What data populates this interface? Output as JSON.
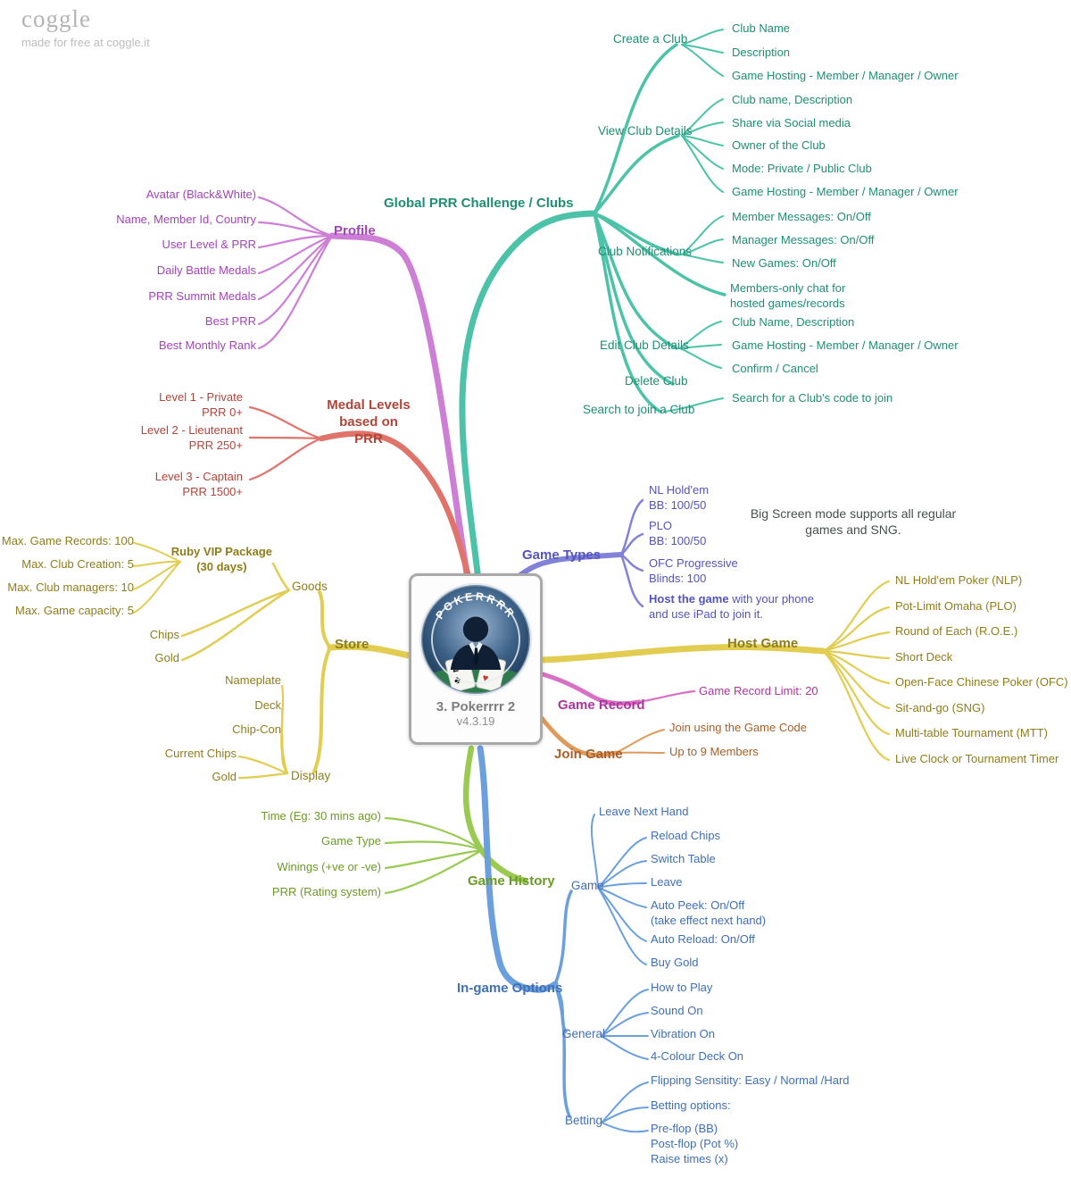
{
  "logo": {
    "name": "coggle",
    "tagline": "made for free at coggle.it"
  },
  "center": {
    "title": "3. Pokerrrr 2",
    "version": "v4.3.19",
    "icon_text": "POKERRRR",
    "card_left": "2",
    "card_left_suit": "♣",
    "card_right": "7",
    "card_right_suit": "♥"
  },
  "colors": {
    "clubs": "#4cc3a8",
    "profile": "#cd7fd6",
    "medals": "#e0736a",
    "store": "#e2cd52",
    "game_types": "#8282d9",
    "host_game": "#e2cd52",
    "game_record": "#d870c6",
    "join_game": "#e09a5c",
    "game_history": "#9aca52",
    "ingame": "#6b9fdd"
  },
  "clubs": {
    "label": "Global PRR Challenge / Clubs",
    "create": {
      "label": "Create a Club",
      "items": [
        "Club Name",
        "Description",
        "Game Hosting - Member / Manager / Owner"
      ]
    },
    "view": {
      "label": "View Club Details",
      "items": [
        "Club name, Description",
        "Share via Social media",
        "Owner of the Club",
        "Mode: Private / Public Club",
        "Game Hosting - Member / Manager / Owner"
      ]
    },
    "notifications": {
      "label": "Club Notifications",
      "items": [
        "Member Messages: On/Off",
        "Manager Messages: On/Off",
        "New Games: On/Off"
      ]
    },
    "members_chat": "Members-only chat for\nhosted games/records",
    "edit": {
      "label": "Edit Club Details",
      "items": [
        "Club Name, Description",
        "Game Hosting - Member / Manager / Owner",
        "Confirm / Cancel"
      ]
    },
    "delete": {
      "label": "Delete Club"
    },
    "search": {
      "label": "Search to join a Club",
      "items": [
        "Search for a Club's code to join"
      ]
    }
  },
  "profile": {
    "label": "Profile",
    "items": [
      "Avatar (Black&White)",
      "Name, Member Id, Country",
      "User Level & PRR",
      "Daily Battle Medals",
      "PRR Summit Medals",
      "Best PRR",
      "Best Monthly Rank"
    ]
  },
  "medals": {
    "label": "Medal Levels\nbased on PRR",
    "items": [
      "Level 1 - Private\nPRR 0+",
      "Level 2 - Lieutenant\nPRR 250+",
      "Level 3 - Captain\nPRR 1500+"
    ]
  },
  "store": {
    "label": "Store",
    "goods": {
      "label": "Goods",
      "ruby": {
        "label": "Ruby VIP Package\n(30 days)",
        "items": [
          "Max. Game Records: 100",
          "Max. Club Creation: 5",
          "Max. Club managers: 10",
          "Max. Game capacity: 5"
        ]
      },
      "chips": "Chips",
      "gold": "Gold"
    },
    "display": {
      "label": "Display",
      "items": [
        "Nameplate",
        "Deck",
        "Chip-Con",
        "Current Chips",
        "Gold"
      ]
    }
  },
  "game_types": {
    "label": "Game Types",
    "items": [
      "NL Hold'em\nBB: 100/50",
      "PLO\nBB: 100/50",
      "OFC Progressive\nBlinds: 100"
    ],
    "host_bold": "Host the game",
    "host_rest": " with your phone and use iPad to join it.",
    "note": "Big Screen mode supports all regular\ngames and SNG."
  },
  "host_game": {
    "label": "Host Game",
    "items": [
      "NL Hold'em Poker (NLP)",
      "Pot-Limit Omaha (PLO)",
      "Round of Each (R.O.E.)",
      "Short Deck",
      "Open-Face Chinese Poker (OFC)",
      "Sit-and-go (SNG)",
      "Multi-table Tournament (MTT)",
      "Live Clock or Tournament Timer"
    ]
  },
  "game_record": {
    "label": "Game Record",
    "items": [
      "Game Record Limit: 20"
    ]
  },
  "join_game": {
    "label": "Join Game",
    "items": [
      "Join using the Game Code",
      "Up to 9 Members"
    ]
  },
  "game_history": {
    "label": "Game History",
    "items": [
      "Time (Eg: 30 mins ago)",
      "Game Type",
      "Winings (+ve or -ve)",
      "PRR (Rating system)"
    ]
  },
  "ingame": {
    "label": "In-game Options",
    "game": {
      "label": "Game",
      "items": [
        "Leave Next Hand",
        "Reload Chips",
        "Switch Table",
        "Leave",
        "Auto Peek: On/Off\n(take effect next hand)",
        "Auto Reload: On/Off",
        "Buy Gold"
      ]
    },
    "general": {
      "label": "General",
      "items": [
        "How to Play",
        "Sound On",
        "Vibration On",
        "4-Colour Deck On"
      ]
    },
    "betting": {
      "label": "Betting",
      "items": [
        "Flipping Sensitity: Easy / Normal /Hard",
        "Betting options:",
        "Pre-flop (BB)\nPost-flop (Pot %)\nRaise times (x)"
      ]
    }
  }
}
